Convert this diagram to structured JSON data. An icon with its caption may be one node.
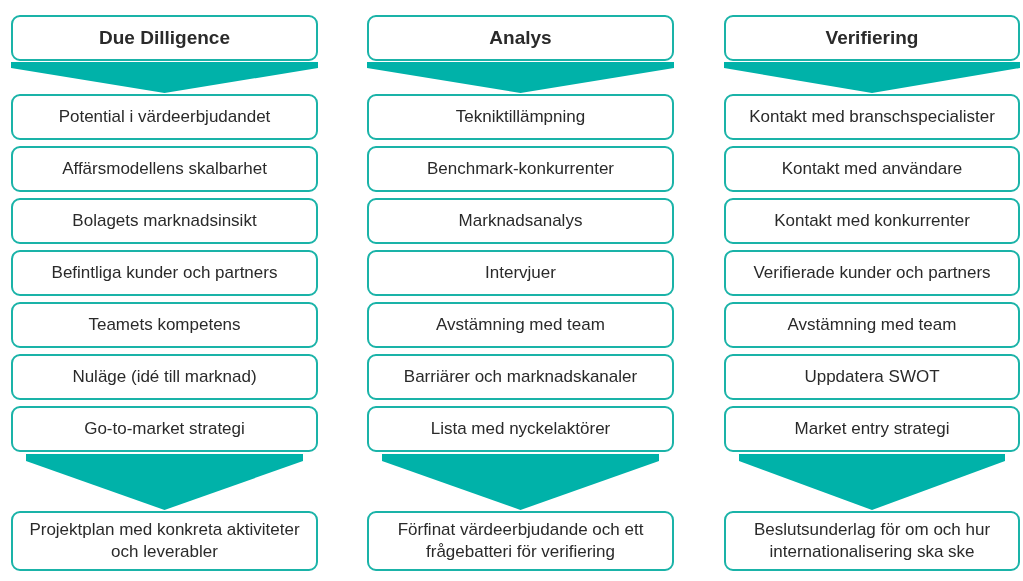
{
  "diagram": {
    "nodes": [
      {
        "text": [
          "Due Dilligence"
        ]
      },
      {
        "text": [
          "Potential i värdeerbjudandet"
        ]
      },
      {
        "text": [
          "Affärsmodellens skalbarhet"
        ]
      },
      {
        "text": [
          "Bolagets marknadsinsikt"
        ]
      },
      {
        "text": [
          "Befintliga kunder och partners"
        ]
      },
      {
        "text": [
          "Teamets kompetens"
        ]
      },
      {
        "text": [
          "Nuläge (idé till marknad)"
        ]
      },
      {
        "text": [
          "Go-to-market strategi"
        ]
      },
      {
        "text": [
          "Projektplan med konkreta aktiviteter och leverabler"
        ]
      },
      {
        "text": [
          "Analys"
        ]
      },
      {
        "text": [
          "Tekniktillämpning"
        ]
      },
      {
        "text": [
          "Benchmark-konkurrenter"
        ]
      },
      {
        "text": [
          "Marknadsanalys"
        ]
      },
      {
        "text": [
          "Intervjuer"
        ]
      },
      {
        "text": [
          "Avstämning med team"
        ]
      },
      {
        "text": [
          "Barriärer och marknadskanaler"
        ]
      },
      {
        "text": [
          "Lista med nyckelaktörer"
        ]
      },
      {
        "text": [
          "Förfinat värdeerbjudande och ett frågebatteri för verifiering"
        ]
      },
      {
        "text": [
          "Verifiering"
        ]
      },
      {
        "text": [
          "Kontakt med branschspecialister"
        ]
      },
      {
        "text": [
          "Kontakt med användare"
        ]
      },
      {
        "text": [
          "Kontakt med konkurrenter"
        ]
      },
      {
        "text": [
          "Verifierade kunder och partners"
        ]
      },
      {
        "text": [
          "Avstämning med team"
        ]
      },
      {
        "text": [
          "Uppdatera SWOT"
        ]
      },
      {
        "text": [
          "Market entry strategi"
        ]
      },
      {
        "text": [
          "Beslutsunderlag för om och hur internationalisering ska ske"
        ]
      }
    ],
    "edges": [
      {
        "from": 0,
        "to": 1,
        "arrow": "to"
      },
      {
        "from": 7,
        "to": 8,
        "arrow": "to"
      },
      {
        "from": 9,
        "to": 10,
        "arrow": "to"
      },
      {
        "from": 16,
        "to": 17,
        "arrow": "to"
      },
      {
        "from": 18,
        "to": 19,
        "arrow": "to"
      },
      {
        "from": 25,
        "to": 26,
        "arrow": "to"
      }
    ]
  }
}
